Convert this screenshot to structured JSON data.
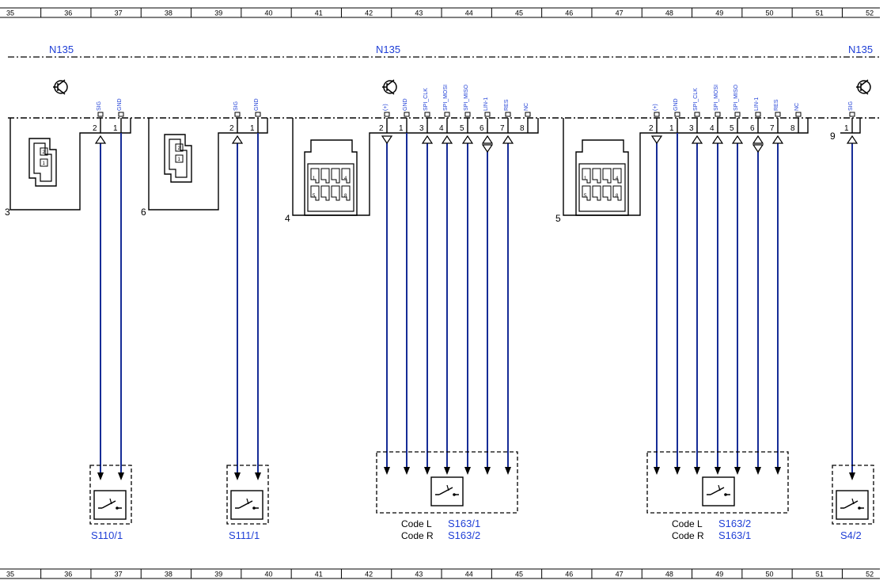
{
  "ruler": {
    "numbers": [
      "35",
      "36",
      "37",
      "38",
      "39",
      "40",
      "41",
      "42",
      "43",
      "44",
      "45",
      "46",
      "47",
      "48",
      "49",
      "50",
      "51",
      "52"
    ]
  },
  "module_label": "N135",
  "connectors": [
    {
      "id": "3",
      "label": "3",
      "pins": [
        {
          "num": "2",
          "name": "SIG",
          "dir": "up"
        },
        {
          "num": "1",
          "name": "GND",
          "dir": "none"
        }
      ]
    },
    {
      "id": "6",
      "label": "6",
      "pins": [
        {
          "num": "2",
          "name": "SIG",
          "dir": "up"
        },
        {
          "num": "1",
          "name": "GND",
          "dir": "none"
        }
      ]
    },
    {
      "id": "4",
      "label": "4",
      "pins": [
        {
          "num": "2",
          "name": "(+)",
          "dir": "down"
        },
        {
          "num": "1",
          "name": "GND",
          "dir": "none"
        },
        {
          "num": "3",
          "name": "SPI_CLK",
          "dir": "up"
        },
        {
          "num": "4",
          "name": "SPI_MOSI",
          "dir": "up"
        },
        {
          "num": "5",
          "name": "SPI_MISO",
          "dir": "up"
        },
        {
          "num": "6",
          "name": "LIN-1",
          "dir": "both"
        },
        {
          "num": "7",
          "name": "RES",
          "dir": "up"
        },
        {
          "num": "8",
          "name": "NC",
          "dir": "none"
        }
      ]
    },
    {
      "id": "5",
      "label": "5",
      "pins": [
        {
          "num": "2",
          "name": "(+)",
          "dir": "down"
        },
        {
          "num": "1",
          "name": "GND",
          "dir": "none"
        },
        {
          "num": "3",
          "name": "SPI_CLK",
          "dir": "up"
        },
        {
          "num": "4",
          "name": "SPI_MOSI",
          "dir": "up"
        },
        {
          "num": "5",
          "name": "SPI_MISO",
          "dir": "up"
        },
        {
          "num": "6",
          "name": "LIN-1",
          "dir": "both"
        },
        {
          "num": "7",
          "name": "RES",
          "dir": "up"
        },
        {
          "num": "8",
          "name": "NC",
          "dir": "none"
        }
      ]
    },
    {
      "id": "9",
      "label": "9",
      "pins": [
        {
          "num": "1",
          "name": "SIG",
          "dir": "up"
        }
      ]
    }
  ],
  "housing_small": {
    "pins": [
      "2",
      "1"
    ]
  },
  "housing_large": {
    "pins": [
      "1",
      "4",
      "5",
      "8"
    ]
  },
  "devices": [
    {
      "id": "S110_1",
      "label": "S110/1"
    },
    {
      "id": "S111_1",
      "label": "S111/1"
    },
    {
      "id": "S163_A",
      "code_l_label": "Code L",
      "code_l_value": "S163/1",
      "code_r_label": "Code R",
      "code_r_value": "S163/2"
    },
    {
      "id": "S163_B",
      "code_l_label": "Code L",
      "code_l_value": "S163/2",
      "code_r_label": "Code R",
      "code_r_value": "S163/1"
    },
    {
      "id": "S4_2",
      "label": "S4/2"
    }
  ],
  "colors": {
    "wire": "#1f3fd6",
    "line": "#000000",
    "label_blue": "#1f3fd6"
  },
  "icons": [
    "transistor-icon",
    "switch-icon"
  ]
}
